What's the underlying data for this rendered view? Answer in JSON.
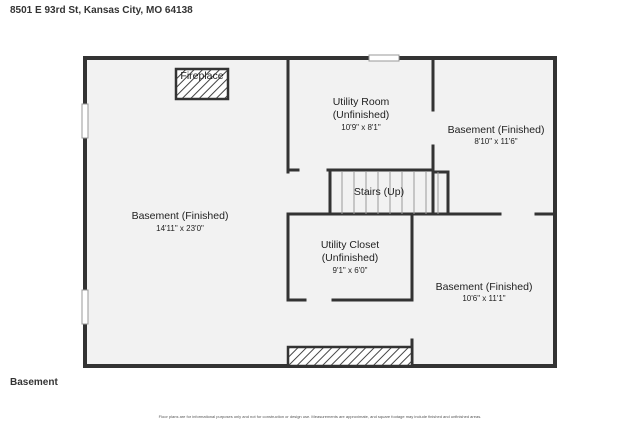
{
  "header": {
    "address": "8501 E 93rd St, Kansas City, MO 64138"
  },
  "floor": {
    "name": "Basement"
  },
  "footer": {
    "disclaimer": "Floor plans are for informational purposes only and not for construction or design use. Measurements are approximate, and square footage may include finished and unfinished areas."
  },
  "rooms": {
    "fireplace": {
      "name": "Fireplace"
    },
    "basement_main": {
      "name": "Basement (Finished)",
      "dims": "14'11\" x 23'0\""
    },
    "utility_room": {
      "name": "Utility Room",
      "sub": "(Unfinished)",
      "dims": "10'9\" x 8'1\""
    },
    "basement_ne": {
      "name": "Basement (Finished)",
      "dims": "8'10\" x 11'6\""
    },
    "stairs": {
      "name": "Stairs (Up)"
    },
    "utility_closet": {
      "name": "Utility Closet",
      "sub": "(Unfinished)",
      "dims": "9'1\" x 6'0\""
    },
    "basement_se": {
      "name": "Basement (Finished)",
      "dims": "10'6\" x 11'1\""
    }
  },
  "colors": {
    "floor": "#f2f2f2",
    "wall": "#333333",
    "window": "#bbbbbb"
  }
}
